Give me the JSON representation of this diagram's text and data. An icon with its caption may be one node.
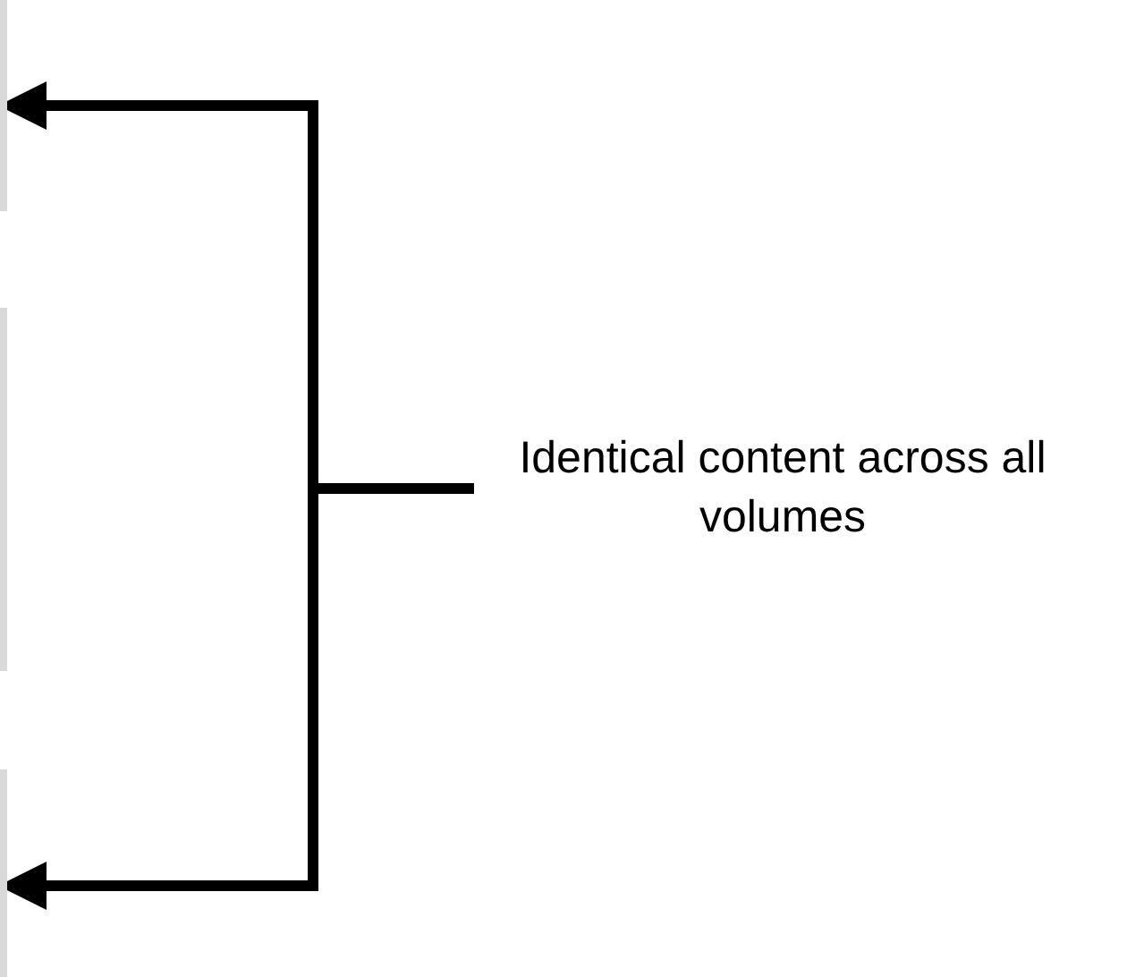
{
  "diagram": {
    "nodes": [
      {
        "text": [],
        "shape": "box"
      },
      {
        "text": [],
        "shape": "box"
      },
      {
        "text": [],
        "shape": "box"
      },
      {
        "text": [
          "Identical content across all volumes"
        ]
      }
    ],
    "edges": [
      {
        "from": 3,
        "to": 0,
        "arrow": "to"
      },
      {
        "from": 3,
        "to": 2,
        "arrow": "to"
      }
    ]
  }
}
